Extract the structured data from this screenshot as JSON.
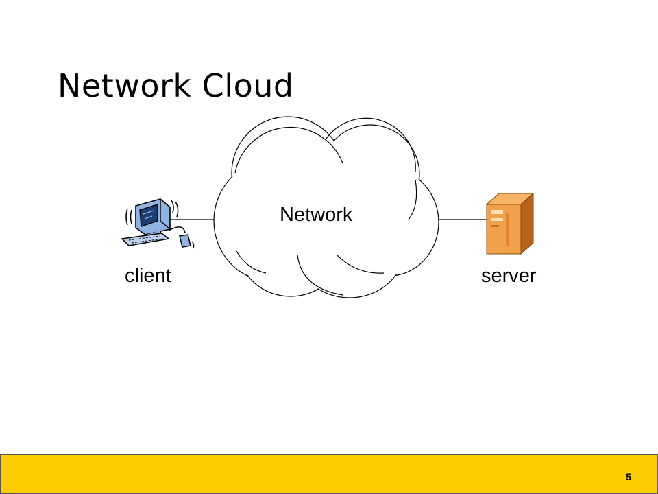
{
  "slide": {
    "title": "Network Cloud",
    "page_number": "5"
  },
  "diagram": {
    "cloud_label": "Network",
    "client_label": "client",
    "server_label": "server"
  },
  "colors": {
    "footer": "#ffcc00",
    "monitor": "#8fb4e3",
    "server": "#e08a2c"
  }
}
